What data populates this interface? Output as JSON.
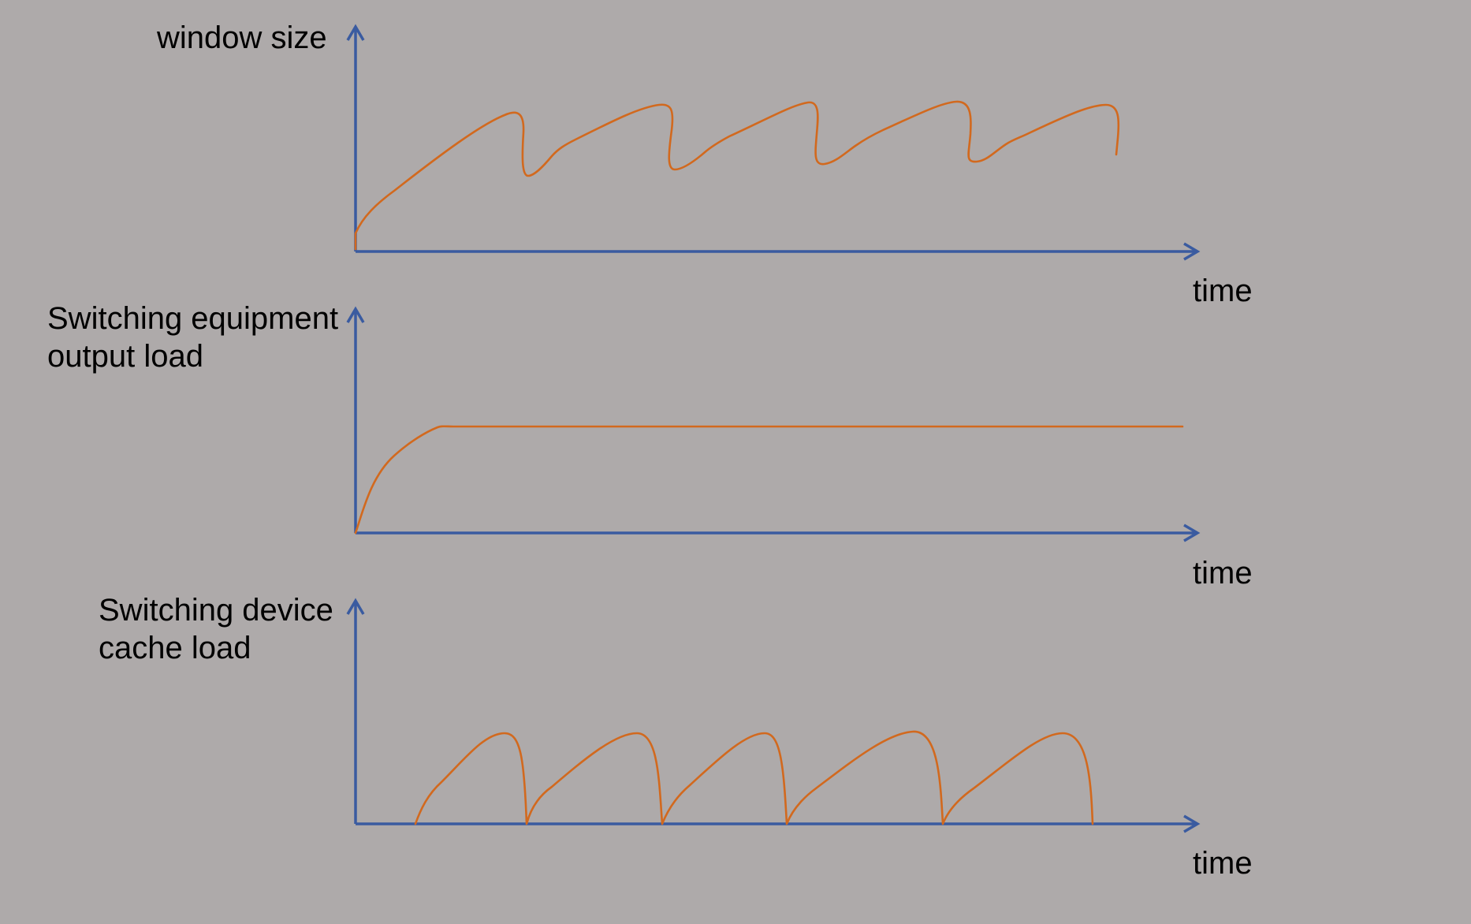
{
  "panels": [
    {
      "id": "window-size",
      "ylabel_lines": [
        "window size"
      ],
      "xlabel": "time",
      "curve": "sawtooth-dip",
      "color": "#d2691e"
    },
    {
      "id": "output-load",
      "ylabel_lines": [
        "Switching equipment",
        "output load"
      ],
      "xlabel": "time",
      "curve": "rise-then-flat",
      "color": "#d2691e"
    },
    {
      "id": "cache-load",
      "ylabel_lines": [
        "Switching device",
        "cache load"
      ],
      "xlabel": "time",
      "curve": "periodic-bursts",
      "color": "#d2691e"
    }
  ],
  "axis_color": "#3a5ba0",
  "background": "#aeaaaa"
}
